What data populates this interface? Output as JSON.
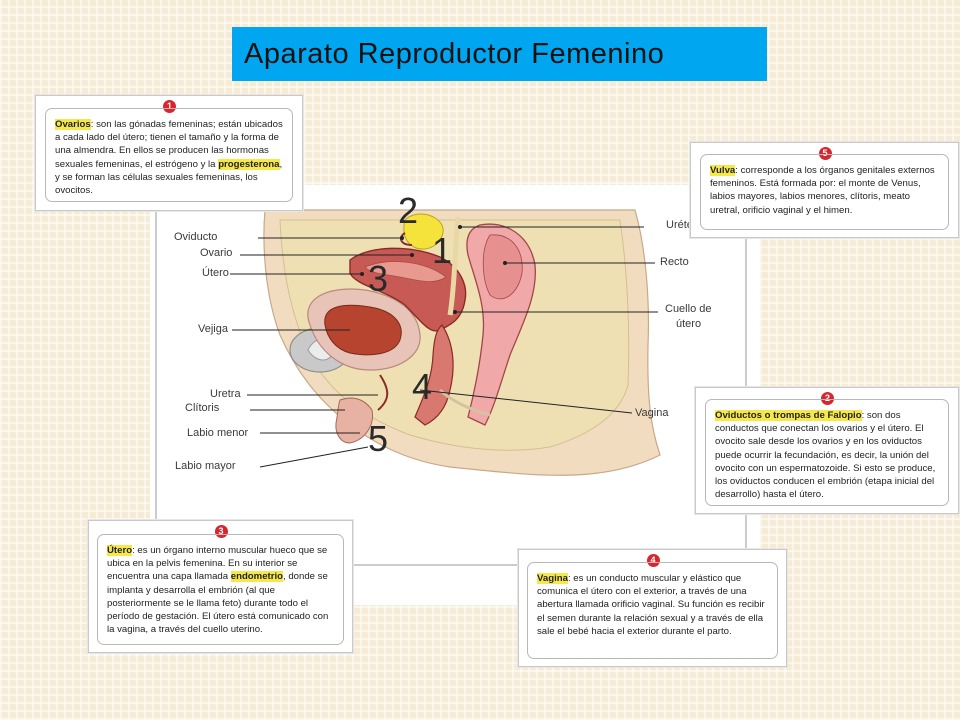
{
  "title": "Aparato Reproductor Femenino",
  "colors": {
    "title_bg": "#00a6f0",
    "badge": "#d7262e",
    "highlight": "#f7e84a",
    "tissue": "#c85a55",
    "skin": "#f2dcc0"
  },
  "diagram": {
    "labels_left": [
      "Oviducto",
      "Ovario",
      "Útero",
      "Vejiga",
      "Uretra",
      "Clítoris",
      "Labio menor",
      "Labio mayor"
    ],
    "labels_right": [
      "Uréter",
      "Recto",
      "Cuello de",
      "útero",
      "Vagina"
    ],
    "markers": [
      "2",
      "1",
      "3",
      "4",
      "5"
    ]
  },
  "cards": {
    "c1": {
      "badge": "1",
      "term": "Ovarios",
      "text_a": ": son las gónadas femeninas; están ubicados a cada lado del útero; tienen el tamaño y la forma de una almendra. En ellos se producen las hormonas sexuales femeninas, el estrógeno y la ",
      "term2": "progesterona",
      "text_b": ", y se forman las células sexuales femeninas, los ovocitos."
    },
    "c5": {
      "badge": "5",
      "term": "Vulva",
      "text_a": ": corresponde a los órganos genitales externos femeninos. Está formada por: el monte de Venus, labios mayores, labios menores, clítoris, meato uretral, orificio vaginal y el himen."
    },
    "c2": {
      "badge": "2",
      "term": "Oviductos o trompas de Falopio",
      "text_a": ": son dos conductos que conectan los ovarios y el útero. El ovocito sale desde los ovarios y en los oviductos puede ocurrir la fecundación, es decir, la unión del ovocito con un espermatozoide. Si esto se produce, los oviductos conducen el embrión (etapa inicial del desarrollo) hasta el útero."
    },
    "c3": {
      "badge": "3",
      "term": "Útero",
      "text_a": ": es un órgano interno muscular hueco que se ubica en la pelvis femenina. En su interior se encuentra una capa llamada ",
      "term2": "endometrio",
      "text_b": ", donde se implanta y desarrolla el embrión (al que posteriormente se le llama feto) durante todo el período de gestación. El útero está comunicado con la vagina, a través del cuello uterino."
    },
    "c4": {
      "badge": "4",
      "term": "Vagina",
      "text_a": ": es un conducto muscular y elástico que comunica el útero con el exterior, a través de una abertura llamada orificio vaginal. Su función es recibir el semen durante la relación sexual y a través de ella sale el bebé hacia el exterior durante el parto."
    }
  }
}
